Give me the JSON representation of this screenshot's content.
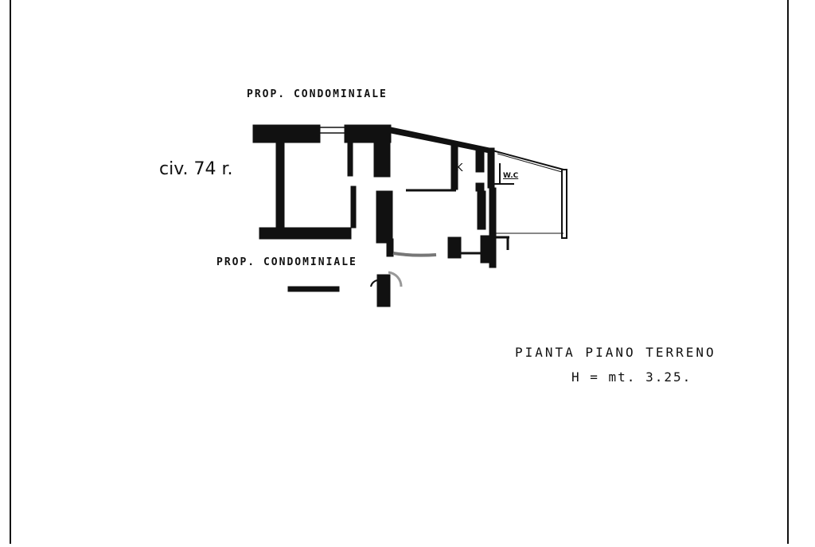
{
  "labels": {
    "prop_top": "PROP. CONDOMINIALE",
    "prop_bottom": "PROP. CONDOMINIALE",
    "civic_number": "civ. 74 r.",
    "room_kitchen": "K",
    "room_wc": "W.C",
    "plan_title": "PIANTA PIANO TERRENO",
    "plan_height": "H = mt. 3.25."
  },
  "colors": {
    "ink": "#111111",
    "paper": "#ffffff"
  }
}
